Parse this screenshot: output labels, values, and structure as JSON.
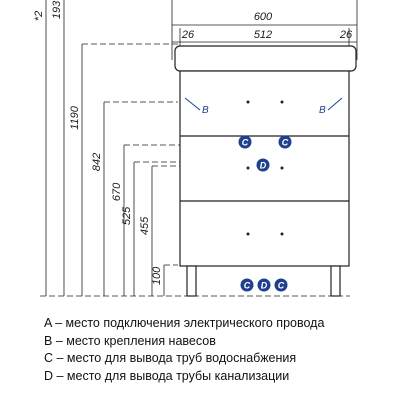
{
  "dimensions": {
    "width_total": "600",
    "width_inner": "512",
    "width_left_offset": "26",
    "width_right_offset": "26",
    "height_top_partial": "*2",
    "height_1930": "193",
    "height_1190": "1190",
    "height_842": "842",
    "height_670": "670",
    "height_525": "525",
    "height_455": "455",
    "height_100": "100"
  },
  "markers": {
    "b_left": "B",
    "b_right": "B",
    "c_left": "C",
    "c_right": "C",
    "d_mid": "D",
    "bottom_c1": "C",
    "bottom_d": "D",
    "bottom_c2": "C"
  },
  "colors": {
    "marker_fill": "#1f3f8f",
    "line": "#222222"
  },
  "legend": [
    {
      "key": "A",
      "text": " – место подключения электрического провода"
    },
    {
      "key": "B",
      "text": " – место крепления навесов"
    },
    {
      "key": "C",
      "text": " – место для вывода труб водоснабжения"
    },
    {
      "key": "D",
      "text": " – место для вывода трубы канализации"
    }
  ]
}
